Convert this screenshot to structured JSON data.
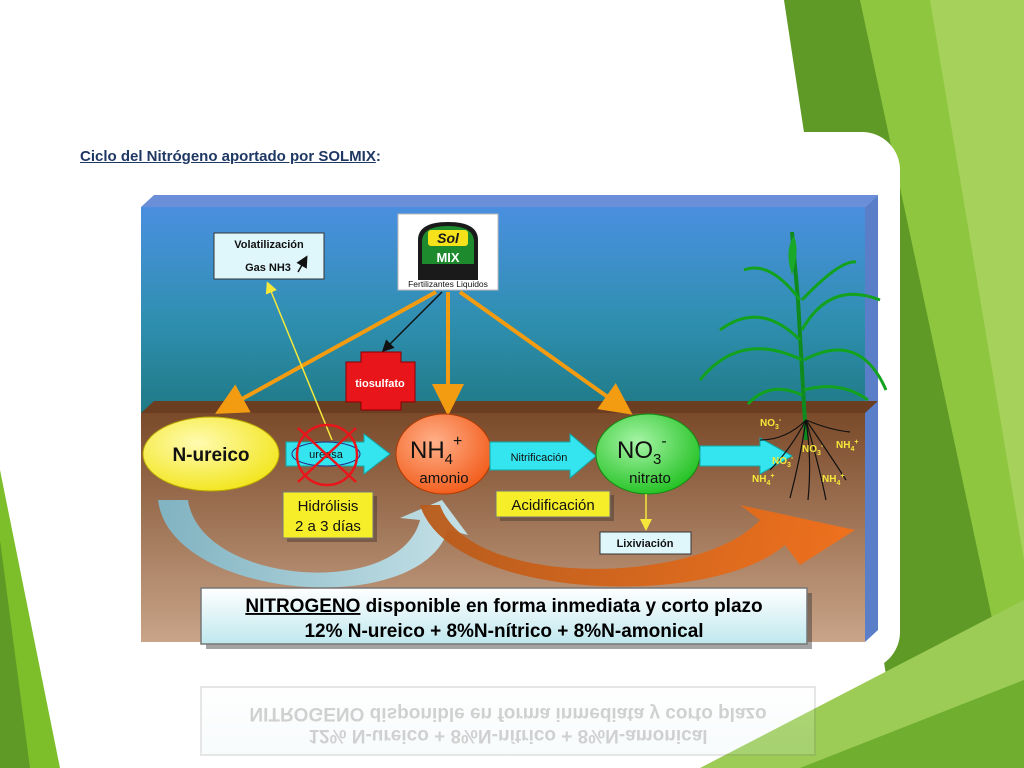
{
  "slide": {
    "title": "Ciclo del Nitrógeno aportado por SOLMIX",
    "title_suffix": ":"
  },
  "logo": {
    "line1": "Sol",
    "line2": "MIX",
    "caption": "Fertilizantes Liquidos"
  },
  "labels": {
    "volatilizacion": "Volatilización",
    "gas": "Gas NH3",
    "tiosulfato": "tiosulfato",
    "n_ureico": "N-ureico",
    "ureasa": "ureasa",
    "nh4": "NH",
    "nh4_sub": "4",
    "nh4_sup": "+",
    "amonio": "amonio",
    "nitrificacion": "Nitrificación",
    "no3": "NO",
    "no3_sub": "3",
    "no3_sup": "-",
    "nitrato": "nitrato",
    "hidrolisis_1": "Hidrólisis",
    "hidrolisis_2": "2 a 3 días",
    "acidificacion": "Acidificación",
    "lixiviacion": "Lixiviación",
    "root_no3": "NO",
    "root_nh4": "NH"
  },
  "summary": {
    "bold_word": "NITROGENO",
    "line1_rest": " disponible en forma inmediata y corto plazo",
    "line2": "12% N-ureico + 8%N-nítrico + 8%N-amonical"
  },
  "colors": {
    "title": "#1f3864",
    "sky": "#3a86c8",
    "soil": "#8a5a3a",
    "urea": "#f7ee2a",
    "ammonium": "#ff6a2a",
    "nitrate": "#3fd43f",
    "arrow_cyan": "#34e4ee",
    "arrow_orange": "#f39c12",
    "green_deco": "#7cbf2a"
  }
}
